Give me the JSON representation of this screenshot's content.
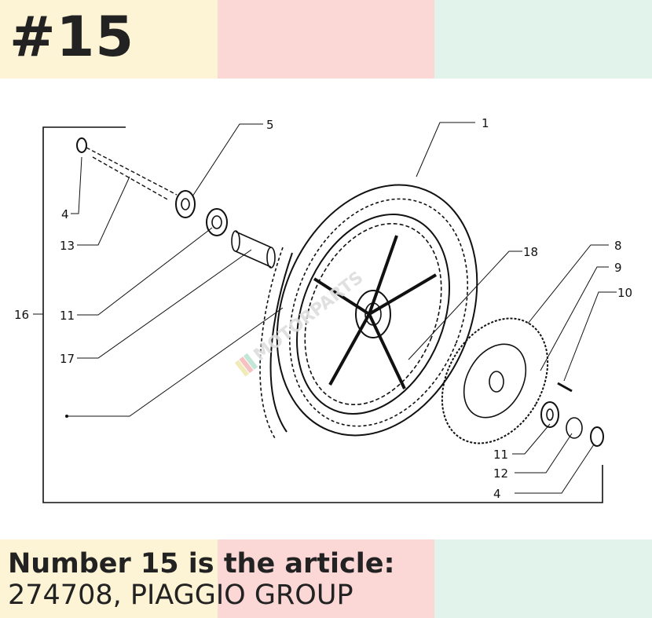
{
  "header": {
    "title": "#15"
  },
  "caption": {
    "line1": "Number 15 is the article:",
    "line2": "274708, PIAGGIO GROUP"
  },
  "diagram": {
    "callouts": [
      "1",
      "5",
      "4",
      "13",
      "11",
      "17",
      "16",
      "18",
      "8",
      "9",
      "10",
      "11",
      "12",
      "4"
    ],
    "watermark": "MOTORPARTS"
  },
  "colors": {
    "band_yellow": "#fdf4d6",
    "band_pink": "#fbd7d6",
    "band_green": "#e2f3ec",
    "ink": "#222222"
  }
}
